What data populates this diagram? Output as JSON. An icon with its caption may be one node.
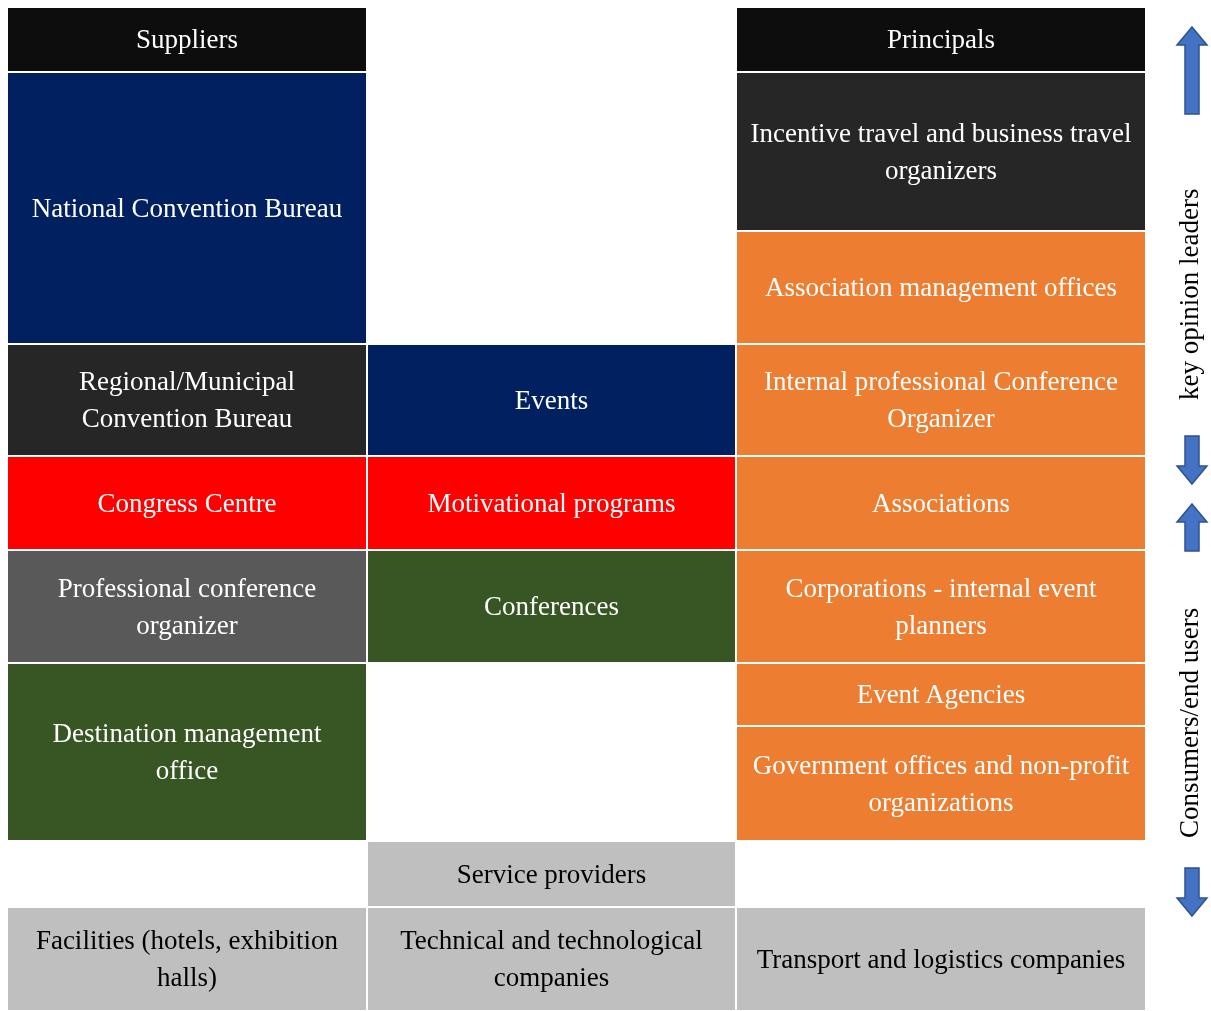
{
  "diagram": {
    "nodes": [
      {
        "text": [
          "Suppliers"
        ]
      },
      {
        "text": [
          "Principals"
        ]
      },
      {
        "text": [
          "National Convention Bureau"
        ]
      },
      {
        "text": [
          "Incentive travel and business travel organizers"
        ]
      },
      {
        "text": [
          "Association management offices"
        ]
      },
      {
        "text": [
          "Regional/Municipal Convention Bureau"
        ]
      },
      {
        "text": [
          "Events"
        ]
      },
      {
        "text": [
          "Internal professional Conference Organizer"
        ]
      },
      {
        "text": [
          "Congress Centre"
        ]
      },
      {
        "text": [
          "Motivational programs"
        ]
      },
      {
        "text": [
          "Associations"
        ]
      },
      {
        "text": [
          "Professional conference organizer"
        ]
      },
      {
        "text": [
          "Conferences"
        ]
      },
      {
        "text": [
          "Corporations - internal event planners"
        ]
      },
      {
        "text": [
          "Destination management office"
        ]
      },
      {
        "text": [
          "Event Agencies"
        ]
      },
      {
        "text": [
          "Government offices and non-profit organizations"
        ]
      },
      {
        "text": [
          "Service providers"
        ]
      },
      {
        "text": [
          "Facilities (hotels, exhibition halls)"
        ]
      },
      {
        "text": [
          "Technical and technological companies"
        ]
      },
      {
        "text": [
          "Transport and logistics companies"
        ]
      }
    ],
    "edges": [],
    "labels": [
      "key opinion leaders",
      "Consumers/end users"
    ]
  }
}
